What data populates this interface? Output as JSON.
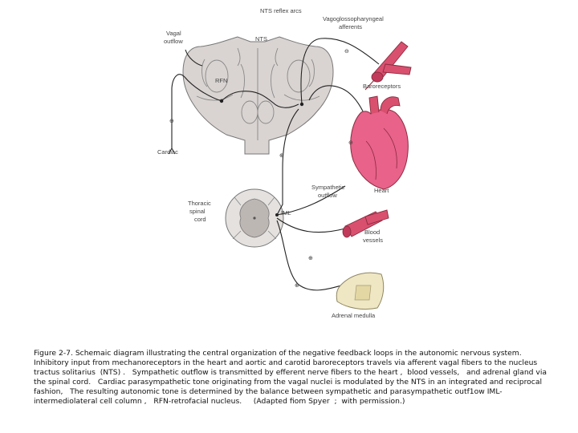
{
  "figure": {
    "labels": {
      "nts_reflex_arcs": "NTS reflex arcs",
      "vagal_afferents_1": "Vagoglossopharyngeal",
      "vagal_afferents_2": "afferents",
      "vagal_outflow_1": "Vagal",
      "vagal_outflow_2": "outflow",
      "nts": "NTS",
      "rfn": "RFN",
      "baroreceptors": "Baroreceptors",
      "cardiac": "Cardiac",
      "heart": "Heart",
      "sympathetic_outflow_1": "Sympathetic",
      "sympathetic_outflow_2": "outflow",
      "thoracic_1": "Thoracic",
      "thoracic_2": "spinal",
      "thoracic_3": "cord",
      "iml": "IML",
      "blood_1": "Blood",
      "blood_2": "vessels",
      "adrenal": "Adrenal medulla"
    },
    "signs": {
      "minus": "⊖",
      "plus": "⊕"
    },
    "colors": {
      "heart": "#e8628a",
      "vessel": "#d9506f",
      "brainstem": "#d9d4d2",
      "adrenal": "#efe6c4"
    }
  },
  "caption": "Figure 2-7. Schemaic diagram illustrating the central organization of the negative feedback loops in the autonomic nervous system. Inhibitory input from mechanoreceptors in the heart and aortic and carotid baroreceptors travels via afferent vagal fibers to the nucleus tractus solitarius  (NTS) .   Sympathetic outflow is transmitted by efferent nerve fibers to the heart ,  blood vessels,   and adrenal gland via the spinal cord.   Cardiac parasympathetic tone originating from the vagal nuclei is modulated by the NTS in an integrated and reciprocal fashion,   The resulting autonomic tone is determined by the balance between sympathetic and parasympathetic outf1ow IML- intermediolateral cell column ,   RFN-retrofacial nucleus.     (Adapted fiom Spyer  ;  with permission.)"
}
